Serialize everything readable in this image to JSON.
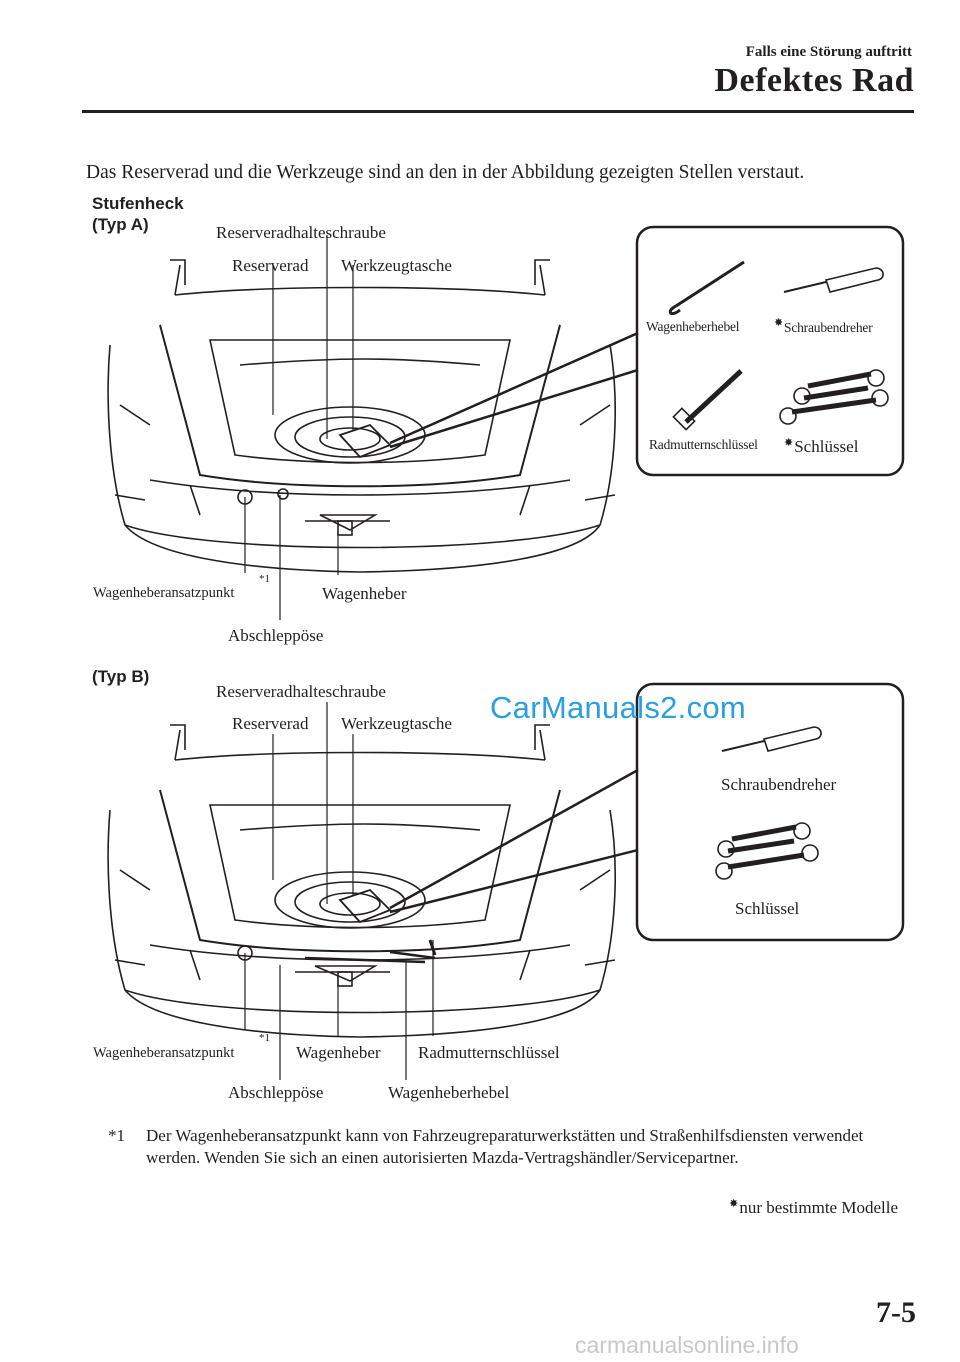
{
  "header": {
    "section": "Falls eine Störung auftritt",
    "title": "Defektes Rad"
  },
  "intro": "Das Reserverad und die Werkzeuge sind an den in der Abbildung gezeigten Stellen verstaut.",
  "figure_a": {
    "heading_line1": "Stufenheck",
    "heading_line2": "(Typ A)",
    "labels": {
      "spare_bolt": "Reserveradhalteschraube",
      "spare_wheel": "Reserverad",
      "tool_bag": "Werkzeugtasche",
      "jack_point": "Wagenheberansatzpunkt",
      "jack_point_mark": "*1",
      "jack": "Wagenheber",
      "tow_eye": "Abschleppöse"
    },
    "inset": {
      "jack_lever": "Wagenheberhebel",
      "screwdriver": "Schraubendreher",
      "lug_wrench": "Radmutternschlüssel",
      "wrench": "Schlüssel",
      "star_mark": "✸"
    }
  },
  "figure_b": {
    "heading": "(Typ B)",
    "labels": {
      "spare_bolt": "Reserveradhalteschraube",
      "spare_wheel": "Reserverad",
      "tool_bag": "Werkzeugtasche",
      "jack_point": "Wagenheberansatzpunkt",
      "jack_point_mark": "*1",
      "jack": "Wagenheber",
      "lug_wrench": "Radmutternschlüssel",
      "tow_eye": "Abschleppöse",
      "jack_lever": "Wagenheberhebel"
    },
    "inset": {
      "screwdriver": "Schraubendreher",
      "wrench": "Schlüssel"
    }
  },
  "watermark": "CarManuals2.com",
  "footnote": {
    "symbol": "*1",
    "text": "Der Wagenheberansatzpunkt kann von Fahrzeugreparaturwerkstätten und Straßenhilfsdiensten verwendet werden. Wenden Sie sich an einen autorisierten Mazda-Vertragshändler/Servicepartner."
  },
  "model_note": {
    "star": "✸",
    "text": "nur bestimmte Modelle"
  },
  "page_number": "7-5",
  "site_watermark": "carmanualsonline.info"
}
